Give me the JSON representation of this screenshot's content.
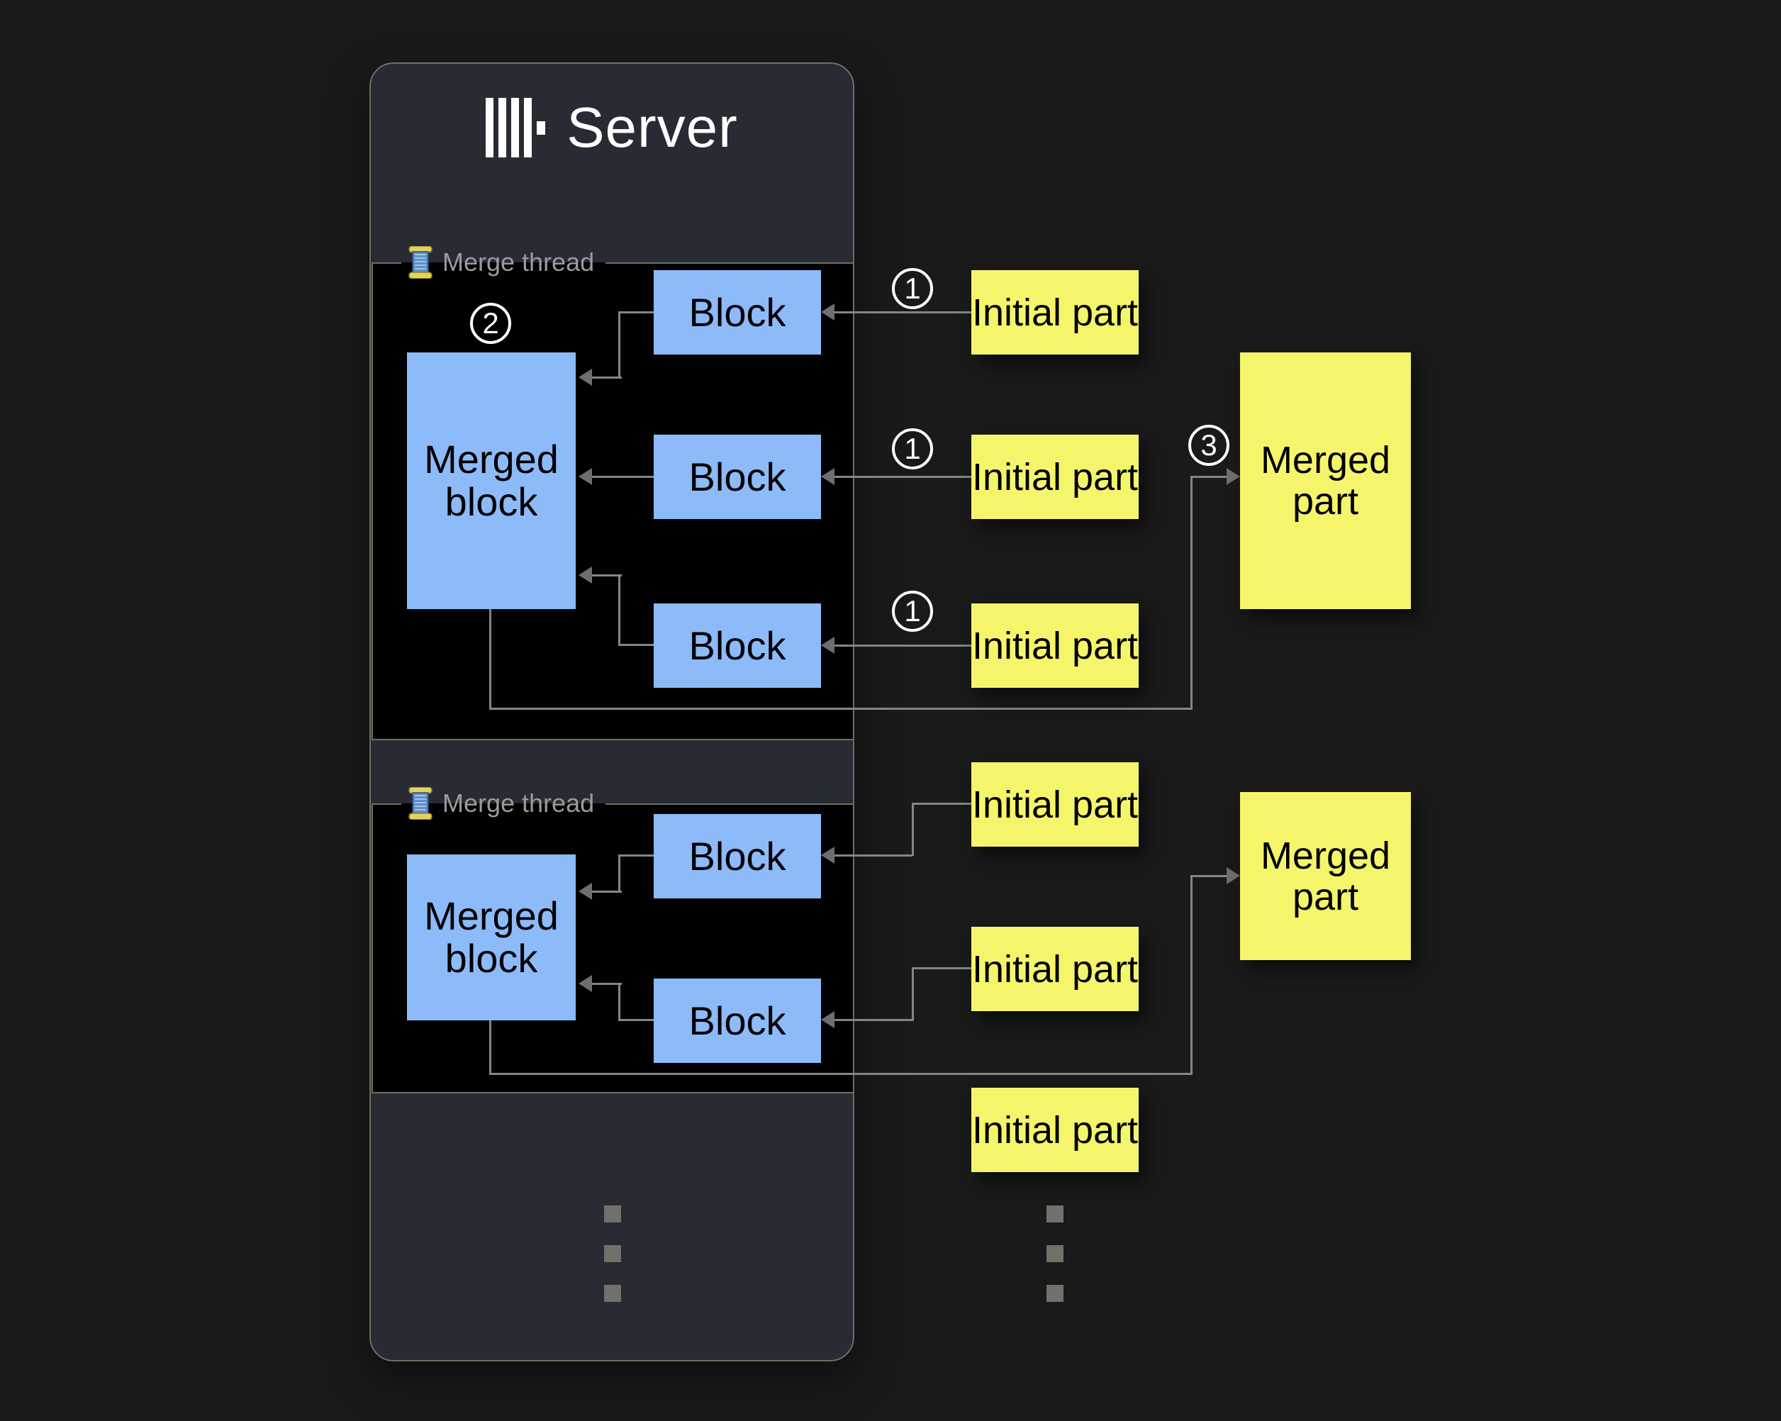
{
  "server": {
    "title": "Server"
  },
  "labels": {
    "merge_thread": "Merge thread",
    "block": "Block",
    "merged_block": "Merged block",
    "initial_part": "Initial part",
    "merged_part": "Merged part"
  },
  "badges": {
    "one": "1",
    "two": "2",
    "three": "3"
  },
  "icons": {
    "logo": "clickhouse-logo-icon",
    "thread": "thread-spool-icon"
  },
  "colors": {
    "background": "#1a1a1a",
    "panel": "#282b33",
    "panel_border": "#6d6f60",
    "thread_box": "#010101",
    "block_fill": "#8dbaf9",
    "part_fill": "#f5f56c",
    "line": "#858585",
    "arrowhead": "#6e6e6e",
    "label_text": "#9b9b9b",
    "title_text": "#ffffff"
  }
}
